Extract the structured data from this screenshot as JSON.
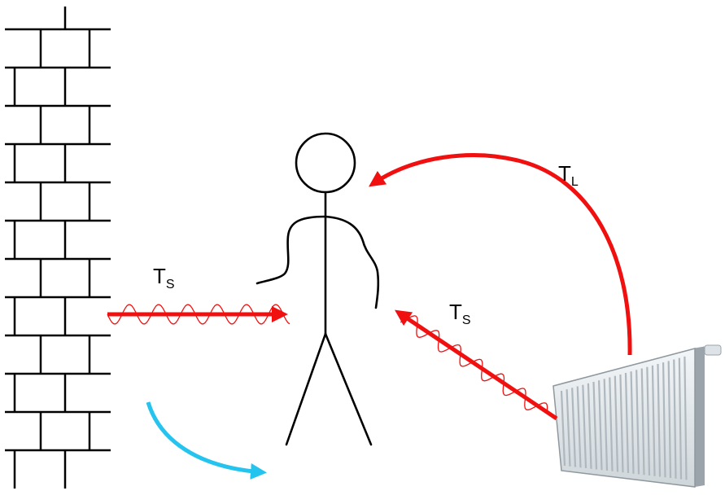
{
  "labels": {
    "ts_wall": {
      "main": "T",
      "sub": "S"
    },
    "ts_radiator": {
      "main": "T",
      "sub": "S"
    },
    "tl_radiator": {
      "main": "T",
      "sub": "L"
    }
  },
  "colors": {
    "radiation": "#f01010",
    "convection": "#25c4ef",
    "figure": "#000000",
    "bricks": "#000000",
    "radiator_body": "#e6ebee",
    "radiator_fin": "#bfc8cd",
    "radiator_shadow": "#8e989e"
  },
  "icons": {
    "wall": "brick-wall",
    "person": "stick-figure",
    "radiator": "panel-radiator",
    "radiation": "wavy-arrow",
    "convection": "curved-arrow"
  }
}
